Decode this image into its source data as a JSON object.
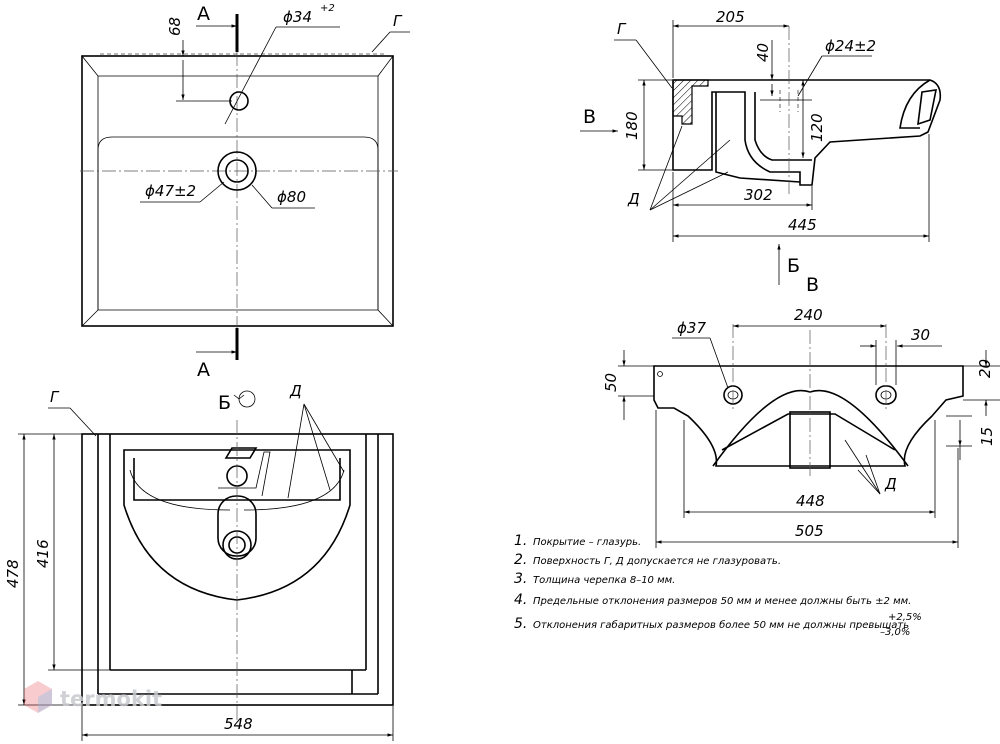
{
  "views": {
    "top": {
      "dims": {
        "d68": "68",
        "hole_dia": "ϕ34",
        "hole_tol": "+2",
        "drain_dia": "ϕ47±2",
        "bowl_dia": "ϕ80"
      },
      "surface_g": "Г",
      "section_a_top": "А",
      "section_a_bottom": "А"
    },
    "section": {
      "dims": {
        "d205": "205",
        "d40": "40",
        "hole_dia": "ϕ24±2",
        "d180": "180",
        "d120": "120",
        "d302": "302",
        "d445": "445"
      },
      "surface_g": "Г",
      "surface_d": "Д",
      "view_b_arrow": "В",
      "view_b_label_bottom": "Б"
    },
    "front": {
      "title": "В",
      "dims": {
        "hole_dia": "ϕ37",
        "d240": "240",
        "d30": "30",
        "d50": "50",
        "d20": "20",
        "d15": "15",
        "d448": "448",
        "d505": "505"
      },
      "surface_d": "Д"
    },
    "bottom": {
      "title": "Б",
      "dims": {
        "d478": "478",
        "d416": "416",
        "d548": "548"
      },
      "surface_g": "Г",
      "surface_d": "Д"
    }
  },
  "notes": [
    {
      "num": "1.",
      "text": "Покрытие – глазурь."
    },
    {
      "num": "2.",
      "text": "Поверхность Г, Д допускается не глазуровать."
    },
    {
      "num": "3.",
      "text": "Толщина черепка 8–10 мм."
    },
    {
      "num": "4.",
      "text": "Предельные отклонения размеров 50 мм и менее должны быть ±2  мм."
    },
    {
      "num": "5.",
      "text": "Отклонения габаритных размеров более 50 мм не должны превышать",
      "tol_plus": "+2,5%",
      "tol_minus": "–3,0%"
    }
  ],
  "watermark": "termokit",
  "colors": {
    "ink": "#000000",
    "watermark": "#c7c9ce",
    "logo_red": "#e8505b",
    "logo_blue": "#8fb5e0"
  }
}
